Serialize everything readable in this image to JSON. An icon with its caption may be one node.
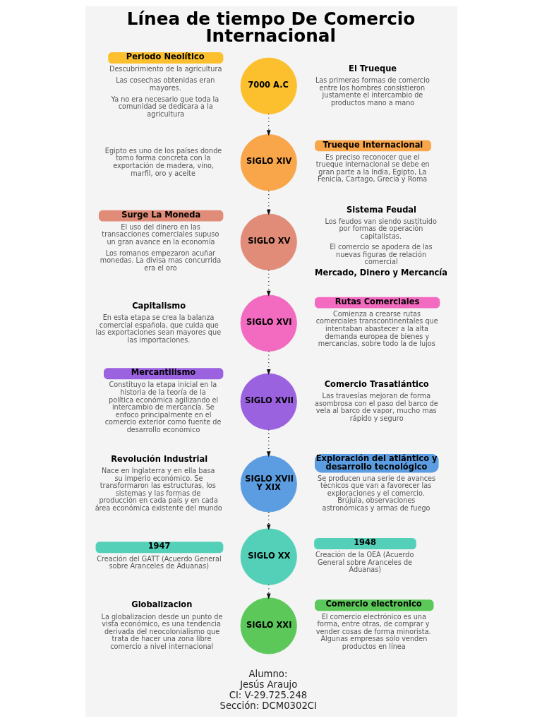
{
  "diagram": {
    "title": "Línea de tiempo De Comercio Internacional",
    "nodes": [
      {
        "text": [
          "Periodo Neolítico",
          "Descubrimiento de la agricultura",
          "Las cosechas obtenidas eran mayores.",
          "Ya no era necesario que toda la comunidad se dedicara a la agricultura"
        ]
      },
      {
        "text": [
          "7000 A.C"
        ],
        "beside": [
          "El Trueque",
          "Las primeras formas de comercio entre los hombres consistieron justamente el intercambio de productos mano a mano"
        ]
      },
      {
        "text": [
          "SIGLO XIV"
        ],
        "beside": [
          "Egipto es uno de los países donde tomo forma concreta con la exportación de madera, vino, marfil, oro y aceite"
        ]
      },
      {
        "text": [
          "Trueque Internacional",
          "Es preciso reconocer que el trueque internacional se debe en gran parte a la India, Egipto, La Fenicia, Cartago, Grecia y Roma"
        ]
      },
      {
        "text": [
          "Surge La Moneda",
          "El uso del dinero en las transacciones comerciales supuso un gran avance en la economía",
          "Los romanos empezaron acuñar monedas. La divisa mas concurrida era el oro"
        ]
      },
      {
        "text": [
          "SIGLO XV"
        ],
        "beside": [
          "Sistema Feudal",
          "Los feudos van siendo sustituido por formas de operación capitalistas.",
          "El comercio se apodera de las nuevas figuras de relación comercial",
          "Mercado, Dinero y Mercancía"
        ]
      },
      {
        "text": [
          "SIGLO XVI"
        ],
        "beside": [
          "Capitalismo",
          "En esta etapa se crea la balanza comercial española, que cuida que las exportaciones sean mayores que las importaciones."
        ]
      },
      {
        "text": [
          "Rutas Comerciales",
          "Comienza a crearse rutas comerciales transcontinentales que intentaban abastecer a la alta demanda europea de bienes y mercancías, sobre todo la de lujos"
        ]
      },
      {
        "text": [
          "Mercantilismo",
          "Constituyo la etapa inicial en la historia de la teoría de la política económica agilizando el intercambio de mercancía. Se enfoco principalmente en el comercio exterior como fuente de desarrollo económico"
        ]
      },
      {
        "text": [
          "SIGLO XVII"
        ],
        "beside": [
          "Comercio Trasatlántico",
          "Las travesías mejoran de forma asombrosa con el paso del barco de vela al barco de vapor, mucho mas rápido y seguro"
        ]
      },
      {
        "text": [
          "SIGLO XVII Y XIX"
        ],
        "beside": [
          "Revolución Industrial",
          "Nace en Inglaterra y en ella basa su imperio económico. Se transformaron las estructuras, los sistemas y las formas de producción en cada país y en cada área económica existente del mundo"
        ]
      },
      {
        "text": [
          "Exploración del atlántico y desarrollo tecnológico",
          "Se producen una serie de avances técnicos que van a favorecer las exploraciones y el comercio. Brújula, observaciones astronómicas y armas de fuego"
        ]
      },
      {
        "text": [
          "1947",
          "Creación del GATT (Acuerdo General sobre Aranceles de Aduanas)"
        ]
      },
      {
        "text": [
          "SIGLO XX"
        ]
      },
      {
        "text": [
          "1948",
          "Creación de la OEA (Acuerdo General sobre Aranceles de Aduanas)"
        ]
      },
      {
        "text": [
          "SIGLO XXI"
        ],
        "beside": [
          "Globalizacion",
          "La globalizacion desde un punto de vista económico, es una tendencia derivada del neocolonialismo que trata de hacer una zona libre comercio a nivel internacional"
        ]
      },
      {
        "text": [
          "Comercio electronico",
          "El comercio electrónico es una forma, entre otras, de comprar y vender cosas de forma minorista. Algunas empresas sólo venden productos en línea"
        ]
      }
    ],
    "edges": [
      {
        "from": 1,
        "to": 2,
        "arrow": "to",
        "style": "dashed"
      },
      {
        "from": 2,
        "to": 5,
        "arrow": "to",
        "style": "dashed"
      },
      {
        "from": 5,
        "to": 6,
        "arrow": "to",
        "style": "dashed"
      },
      {
        "from": 6,
        "to": 9,
        "arrow": "to",
        "style": "dashed"
      },
      {
        "from": 9,
        "to": 10,
        "arrow": "to",
        "style": "dashed"
      },
      {
        "from": 10,
        "to": 13,
        "arrow": "to",
        "style": "dashed"
      },
      {
        "from": 13,
        "to": 15,
        "arrow": "to",
        "style": "dashed"
      }
    ],
    "labels": [
      "Alumno:",
      "Jesús Araujo",
      "CI: V-29.725.248",
      "Sección: DCM0302CI"
    ]
  }
}
